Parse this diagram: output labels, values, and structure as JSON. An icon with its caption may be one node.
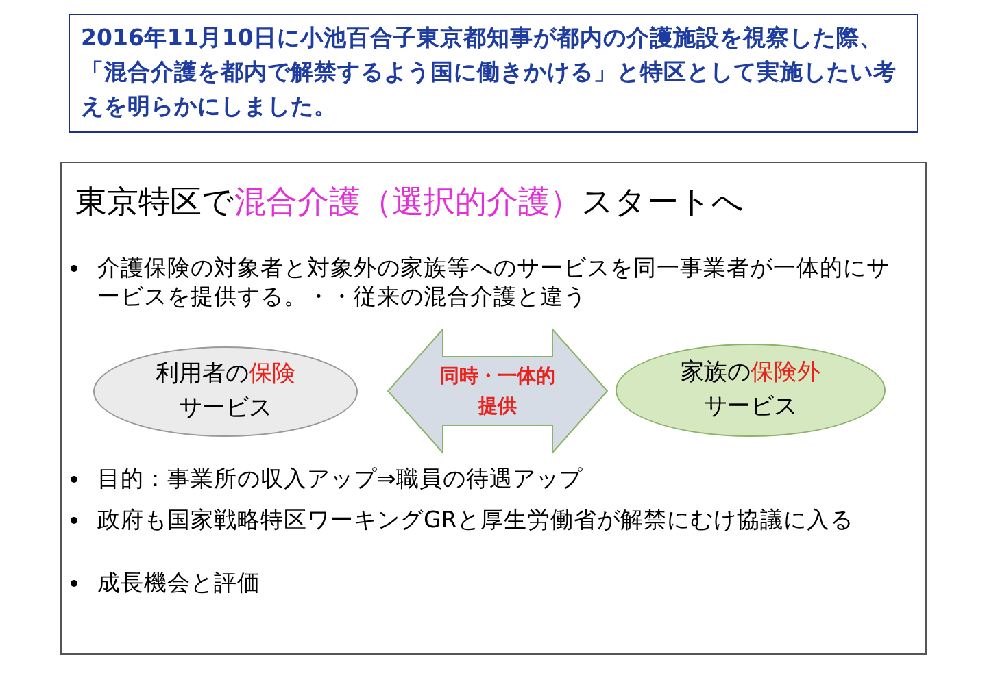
{
  "diagram": {
    "nodes": [
      {
        "text": [
          "2016年11月10日に小池百合子東京都知事が都内の介護施設を視察した際、「混合介護を都内で解禁するよう国に働きかける」と特区として実施したい考えを明らかにしました。"
        ]
      },
      {
        "text": [
          "東京特区で**混合介護（選択的介護）**スタートへ",
          "介護保険の対象者と対象外の家族等へのサービスを同一事業者が一体的にサービスを提供する。・・従来の混合介護と違う",
          "目的：事業所の収入アップ⇒職員の待遇アップ",
          "政府も国家戦略特区ワーキングGRと厚生労働省が解禁にむけ協議に入る",
          "成長機会と評価"
        ]
      },
      {
        "text": [
          "利用者の**保険**サービス"
        ],
        "in": 1
      },
      {
        "text": [
          "家族の**保険外**サービス"
        ],
        "in": 1
      }
    ],
    "edges": [
      {
        "from": 2,
        "to": 3,
        "arrow": "both",
        "label": "同時・一体的提供",
        "style": "thick"
      }
    ]
  }
}
